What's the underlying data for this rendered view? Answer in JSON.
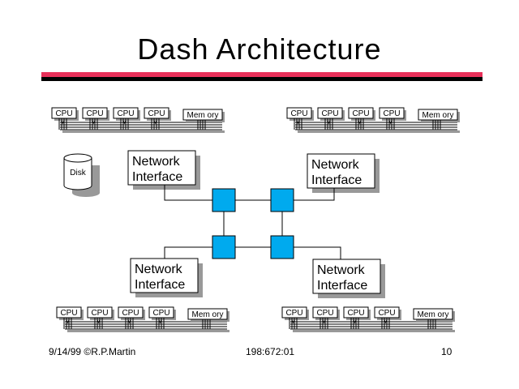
{
  "slide": {
    "title": "Dash Architecture",
    "footer_left": "9/14/99 ©R.P.Martin",
    "footer_center": "198:672:01",
    "footer_right": "10"
  },
  "diagram": {
    "cpu_label": "CPU",
    "memory_label": "Mem ory",
    "disk_label": "Disk",
    "network_interface_line1": "Network",
    "network_interface_line2": "Interface"
  },
  "colors": {
    "accent_red": "#e8305a",
    "switch_fill": "#00aaee",
    "shadow": "#999999"
  }
}
